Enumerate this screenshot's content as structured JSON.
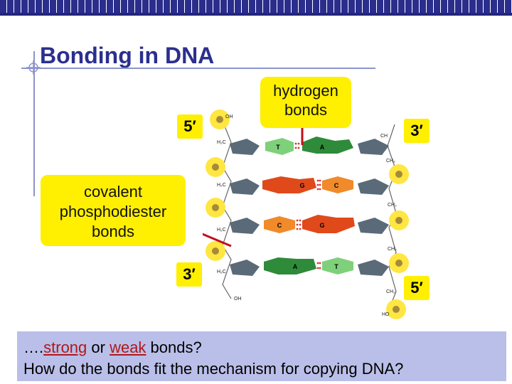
{
  "slide": {
    "title": "Bonding in DNA"
  },
  "callouts": {
    "hydrogen_line1": "hydrogen",
    "hydrogen_line2": "bonds",
    "covalent_line1": "covalent",
    "covalent_line2": "phosphodiester",
    "covalent_line3": "bonds"
  },
  "ends": {
    "top_left": "5′",
    "top_right": "3′",
    "bottom_left": "3′",
    "bottom_right": "5′"
  },
  "diagram": {
    "bases_left": [
      "T",
      "G",
      "C",
      "A"
    ],
    "bases_right": [
      "A",
      "C",
      "G",
      "T"
    ],
    "labels": {
      "oh_top": "OH",
      "oh_bottom": "OH",
      "ch_top": "CH",
      "ch2_a": "CH₂",
      "ch2_b": "CH₂",
      "ch2_c": "CH₂",
      "ch2_d": "CH₂",
      "h2c_a": "H₂C",
      "h2c_b": "H₂C",
      "h2c_c": "H₂C",
      "h2c_d": "H₂C",
      "ho_bottom": "HO"
    },
    "colors": {
      "T": "#7fd07a",
      "A": "#2e8b3a",
      "G": "#e04a1a",
      "C": "#f08a2a",
      "sugar": "#5a6a78",
      "phosphate": "#ffe640",
      "phosphorus": "#a58a3a"
    }
  },
  "question": {
    "prefix": "….",
    "strong": "strong",
    "or": " or ",
    "weak": "weak",
    "suffix": " bonds?",
    "line2": "How do the bonds fit the mechanism for copying DNA?"
  }
}
